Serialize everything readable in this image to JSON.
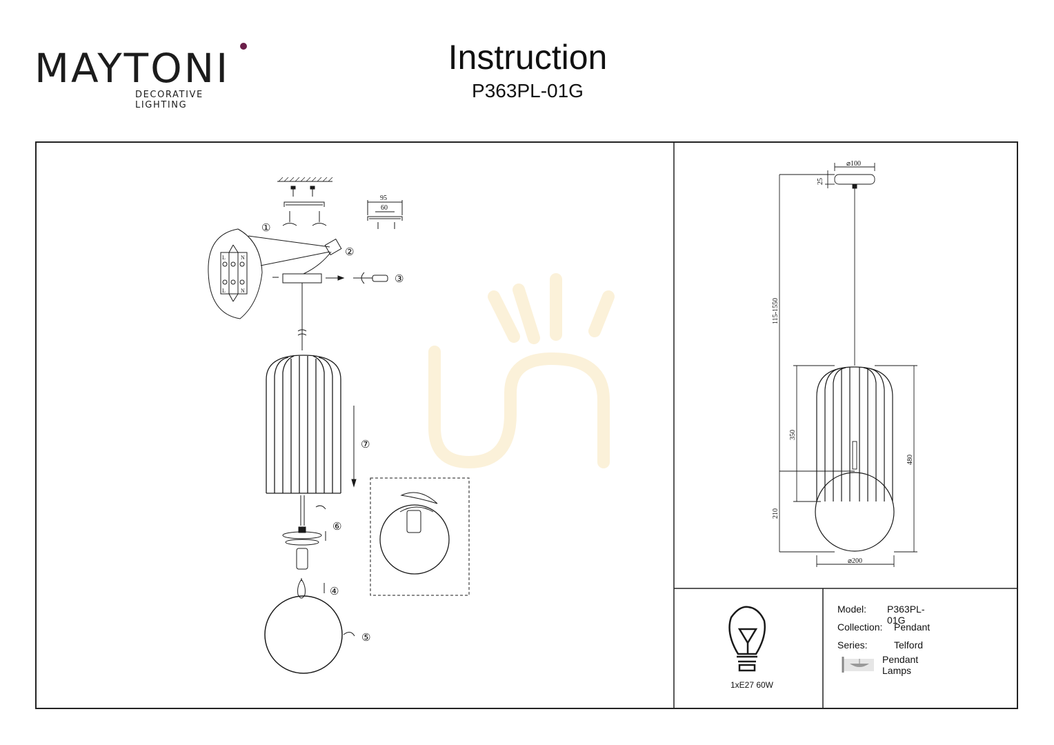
{
  "brand": {
    "name": "MAYTONI",
    "tagline": "DECORATIVE LIGHTING"
  },
  "header": {
    "title": "Instruction",
    "model_code": "P363PL-01G"
  },
  "steps": [
    "①",
    "②",
    "③",
    "④",
    "⑤",
    "⑥",
    "⑦"
  ],
  "assembly_dims": {
    "width_outer": "95",
    "width_inner": "60"
  },
  "terminal_labels": {
    "top_left": "L",
    "top_right": "N",
    "bottom_left": "L",
    "bottom_right": "N"
  },
  "dimensions": {
    "canopy_diameter": "⌀100",
    "canopy_height": "25",
    "total_height": "115-1550",
    "shade_height": "350",
    "globe_height": "210",
    "overall_height": "480",
    "globe_diameter": "⌀200"
  },
  "lamp": {
    "spec": "1xE27 60W"
  },
  "specs": {
    "model_label": "Model:",
    "model_value": "P363PL-01G",
    "collection_label": "Collection:",
    "collection_value": "Pendant",
    "series_label": "Series:",
    "series_value": "Telford",
    "type_value": "Pendant Lamps"
  },
  "colors": {
    "brand_accent": "#6b1f4a",
    "line": "#1a1a1a",
    "watermark": "#fbf1d9"
  }
}
